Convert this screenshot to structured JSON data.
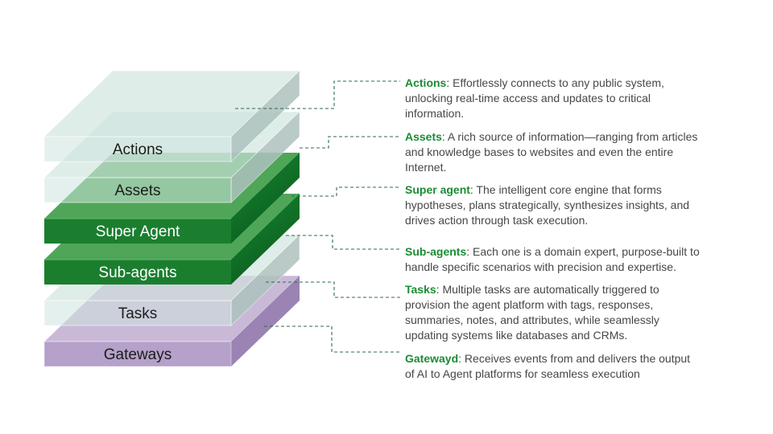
{
  "palette": {
    "keyword_green": "#1a8c33",
    "dark_green_layer_front": "#1b7e2f",
    "mid_green_layer_top": "#4fa658",
    "light_layer": "#dceae6",
    "purple_layer_front": "#b29dc7",
    "connector_dash_green": "#2e6b4f",
    "body_text_gray": "#474747",
    "label_black": "#1c1c1c",
    "label_white": "#ffffff"
  },
  "layers": [
    {
      "label": "Actions",
      "keyword": "Actions",
      "text": ": Effortlessly connects to any public system,\nunlocking real-time access and updates to critical\ninformation."
    },
    {
      "label": "Assets",
      "keyword": "Assets",
      "text": ": A rich source of information—ranging from articles\nand knowledge bases to websites and even the entire\nInternet."
    },
    {
      "label": "Super Agent",
      "keyword": "Super agent",
      "text": ": The intelligent core engine that forms\nhypotheses, plans strategically, synthesizes insights, and\ndrives action through task execution."
    },
    {
      "label": "Sub-agents",
      "keyword": "Sub-agents",
      "text": ": Each one is a domain expert, purpose-built to\nhandle specific scenarios with precision and expertise."
    },
    {
      "label": "Tasks",
      "keyword": "Tasks",
      "text": ": Multiple tasks are automatically triggered to\nprovision the agent platform with tags, responses,\nsummaries, notes, and attributes, while seamlessly\nupdating systems like databases and CRMs."
    },
    {
      "label": "Gateways",
      "keyword": "Gatewayd",
      "text": ": Receives events from and delivers the output\nof AI to Agent platforms for seamless execution"
    }
  ]
}
